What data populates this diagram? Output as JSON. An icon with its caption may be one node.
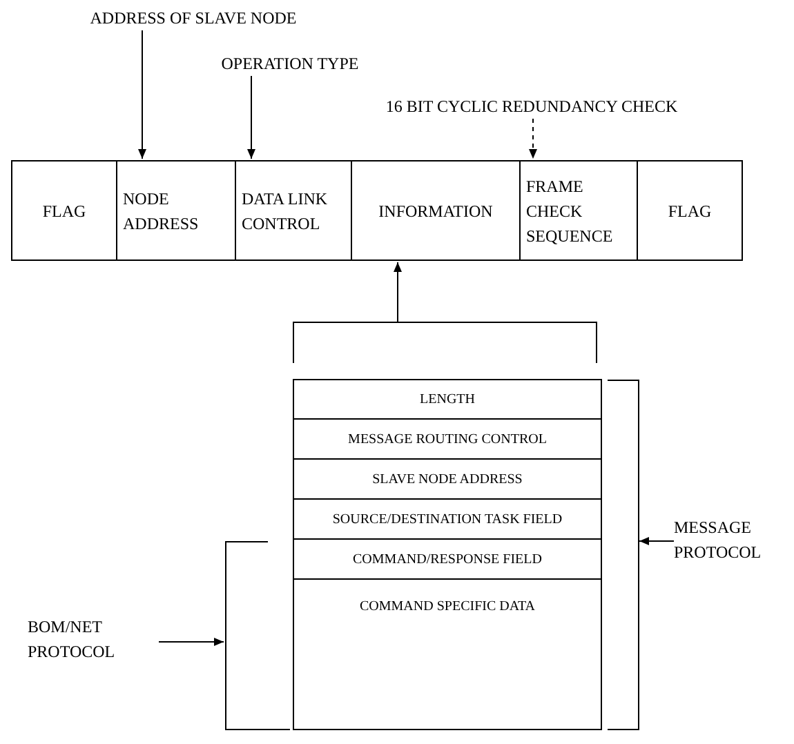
{
  "diagram": {
    "nodes": [
      {
        "text": [
          "FLAG"
        ]
      },
      {
        "text": [
          "NODE ADDRESS"
        ]
      },
      {
        "text": [
          "DATA LINK CONTROL"
        ]
      },
      {
        "text": [
          "INFORMATION"
        ]
      },
      {
        "text": [
          "FRAME CHECK SEQUENCE"
        ]
      },
      {
        "text": [
          "FLAG"
        ]
      },
      {
        "text": [
          "ADDRESS OF SLAVE NODE"
        ]
      },
      {
        "text": [
          "OPERATION TYPE"
        ]
      },
      {
        "text": [
          "16 BIT CYCLIC REDUNDANCY CHECK"
        ]
      },
      {
        "text": [],
        "shape": "box"
      },
      {
        "text": [
          "LENGTH"
        ],
        "in": 9
      },
      {
        "text": [
          "MESSAGE  ROUTING CONTROL"
        ],
        "in": 9
      },
      {
        "text": [
          "SLAVE NODE ADDRESS"
        ],
        "in": 9
      },
      {
        "text": [
          "SOURCE/DESTINATION TASK FIELD"
        ],
        "in": 9
      },
      {
        "text": [
          "COMMAND/RESPONSE FIELD"
        ],
        "in": 9
      },
      {
        "text": [
          "COMMAND SPECIFIC DATA"
        ],
        "in": 9
      },
      {
        "text": [
          "MESSAGE PROTOCOL"
        ]
      },
      {
        "text": [
          "BOM/NET PROTOCOL"
        ]
      },
      {
        "text": [],
        "shape": "bracket"
      },
      {
        "text": [],
        "shape": "bracket"
      }
    ],
    "edges": [
      {
        "from": 6,
        "to": 1,
        "arrow": "to"
      },
      {
        "from": 7,
        "to": 2,
        "arrow": "to"
      },
      {
        "from": 8,
        "to": 4,
        "arrow": "to",
        "style": "dashed"
      },
      {
        "from": 9,
        "to": 3,
        "arrow": "to"
      },
      {
        "from": 16,
        "to": 19,
        "arrow": "to"
      },
      {
        "from": 17,
        "to": 18,
        "arrow": "to"
      }
    ]
  }
}
